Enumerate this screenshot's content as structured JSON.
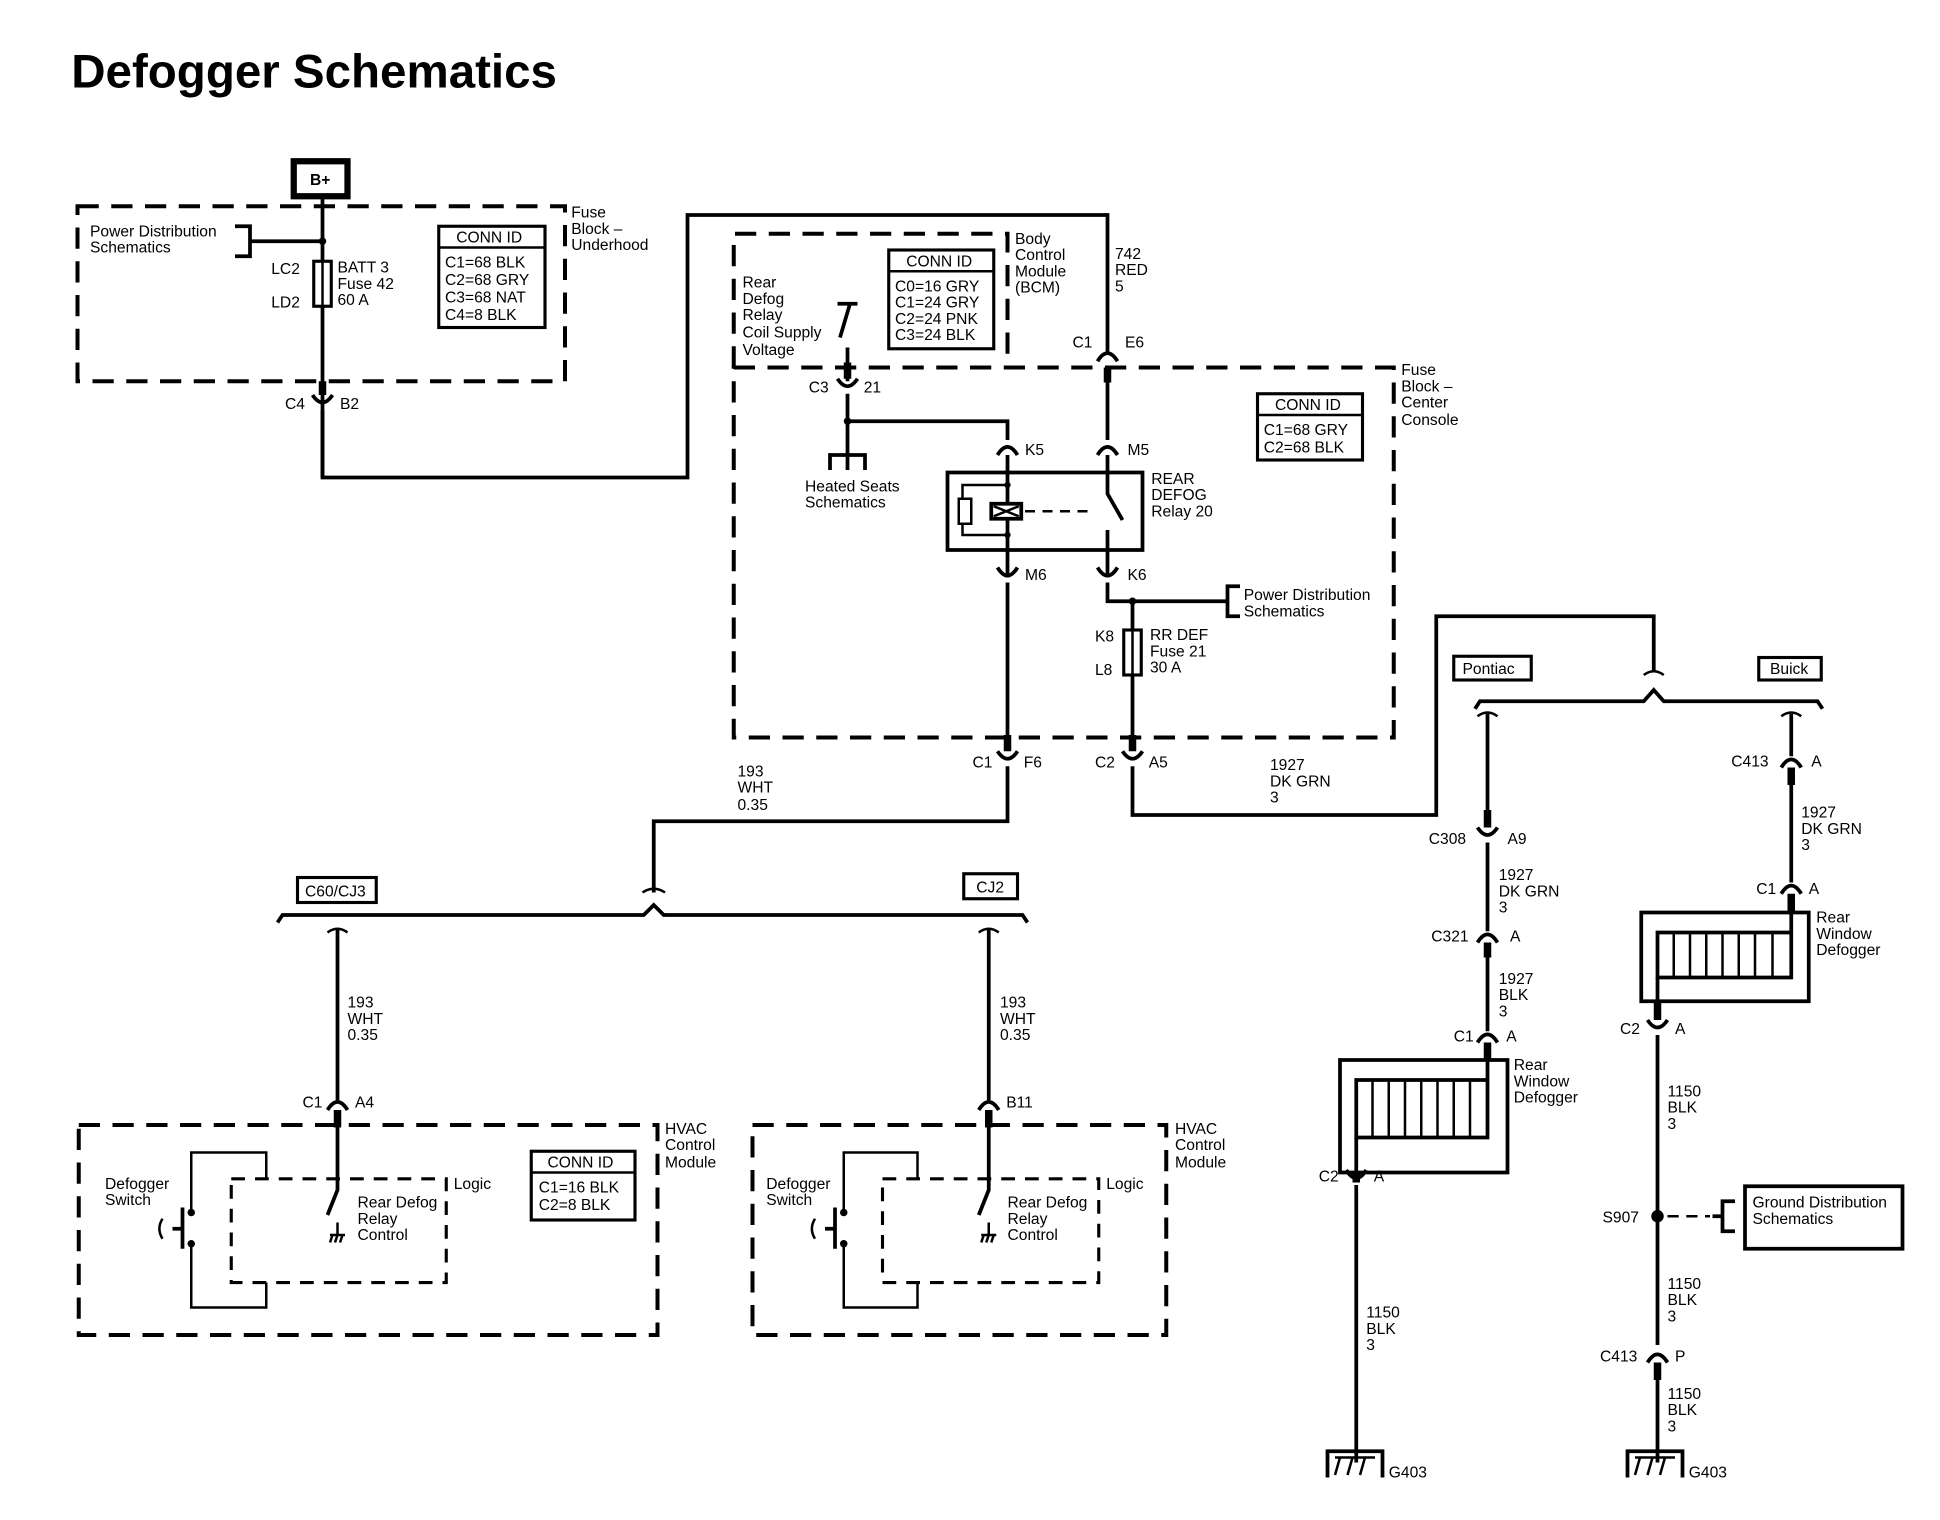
{
  "title": "Defogger Schematics",
  "power_source": "B+",
  "fuse_block_underhood": {
    "label": [
      "Fuse",
      "Block –",
      "Underhood"
    ],
    "power_dist_ref": [
      "Power Distribution",
      "Schematics"
    ],
    "fuse_terminal_top": "LC2",
    "fuse_terminal_bottom": "LD2",
    "fuse_label": [
      "BATT 3",
      "Fuse 42",
      "60 A"
    ],
    "conn_id": {
      "header": "CONN ID",
      "rows": [
        "C1=68 BLK",
        "C2=68 GRY",
        "C3=68 NAT",
        "C4=8 BLK"
      ]
    },
    "output_connector": "C4",
    "output_pin": "B2"
  },
  "bcm": {
    "label": [
      "Body",
      "Control",
      "Module",
      "(BCM)"
    ],
    "conn_id": {
      "header": "CONN ID",
      "rows": [
        "C0=16 GRY",
        "C1=24 GRY",
        "C2=24 PNK",
        "C3=24 BLK"
      ]
    },
    "coil_supply_label": [
      "Rear",
      "Defog",
      "Relay",
      "Coil Supply",
      "Voltage"
    ],
    "wire_742": [
      "742",
      "RED",
      "5"
    ],
    "connector": "C1",
    "pin": "E6"
  },
  "fuse_block_center": {
    "label": [
      "Fuse",
      "Block –",
      "Center",
      "Console"
    ],
    "conn_id": {
      "header": "CONN ID",
      "rows": [
        "C1=68 GRY",
        "C2=68 BLK"
      ]
    },
    "c3_connector": "C3",
    "c3_pin": "21",
    "heated_seats_ref": [
      "Heated Seats",
      "Schematics"
    ],
    "relay_pins": {
      "k5": "K5",
      "m5": "M5",
      "m6": "M6",
      "k6": "K6"
    },
    "relay_label": [
      "REAR",
      "DEFOG",
      "Relay 20"
    ],
    "power_dist_ref": [
      "Power Distribution",
      "Schematics"
    ],
    "fuse_terminal_top": "K8",
    "fuse_terminal_bottom": "L8",
    "fuse_label": [
      "RR DEF",
      "Fuse 21",
      "30 A"
    ],
    "out1_connector": "C1",
    "out1_pin": "F6",
    "out2_connector": "C2",
    "out2_pin": "A5"
  },
  "wires": {
    "w193_top": [
      "193",
      "WHT",
      "0.35"
    ],
    "w1927_top": [
      "1927",
      "DK GRN",
      "3"
    ],
    "w193_left": [
      "193",
      "WHT",
      "0.35"
    ],
    "w193_right": [
      "193",
      "WHT",
      "0.35"
    ]
  },
  "option_tags": {
    "left": "C60/CJ3",
    "right": "CJ2",
    "pontiac": "Pontiac",
    "buick": "Buick"
  },
  "hvac_left": {
    "label": [
      "HVAC",
      "Control",
      "Module"
    ],
    "connector": "C1",
    "pin": "A4",
    "switch_label": [
      "Defogger",
      "Switch"
    ],
    "logic_label": "Logic",
    "control_label": [
      "Rear Defog",
      "Relay",
      "Control"
    ],
    "conn_id": {
      "header": "CONN ID",
      "rows": [
        "C1=16 BLK",
        "C2=8 BLK"
      ]
    }
  },
  "hvac_right": {
    "label": [
      "HVAC",
      "Control",
      "Module"
    ],
    "pin": "B11",
    "switch_label": [
      "Defogger",
      "Switch"
    ],
    "logic_label": "Logic",
    "control_label": [
      "Rear Defog",
      "Relay",
      "Control"
    ]
  },
  "pontiac_branch": {
    "c308": "C308",
    "c308_pin": "A9",
    "wire1": [
      "1927",
      "DK GRN",
      "3"
    ],
    "c321": "C321",
    "c321_pin": "A",
    "wire2": [
      "1927",
      "BLK",
      "3"
    ],
    "c1": "C1",
    "c1_pin": "A",
    "defogger_label": [
      "Rear",
      "Window",
      "Defogger"
    ],
    "c2": "C2",
    "c2_pin": "A",
    "wire3": [
      "1150",
      "BLK",
      "3"
    ],
    "ground": "G403"
  },
  "buick_branch": {
    "c413": "C413",
    "c413_pin": "A",
    "wire1": [
      "1927",
      "DK GRN",
      "3"
    ],
    "c1": "C1",
    "c1_pin": "A",
    "defogger_label": [
      "Rear",
      "Window",
      "Defogger"
    ],
    "c2": "C2",
    "c2_pin": "A",
    "wire2": [
      "1150",
      "BLK",
      "3"
    ],
    "splice": "S907",
    "ground_dist_ref": [
      "Ground Distribution",
      "Schematics"
    ],
    "wire3": [
      "1150",
      "BLK",
      "3"
    ],
    "c413b": "C413",
    "c413b_pin": "P",
    "wire4": [
      "1150",
      "BLK",
      "3"
    ],
    "ground": "G403"
  }
}
